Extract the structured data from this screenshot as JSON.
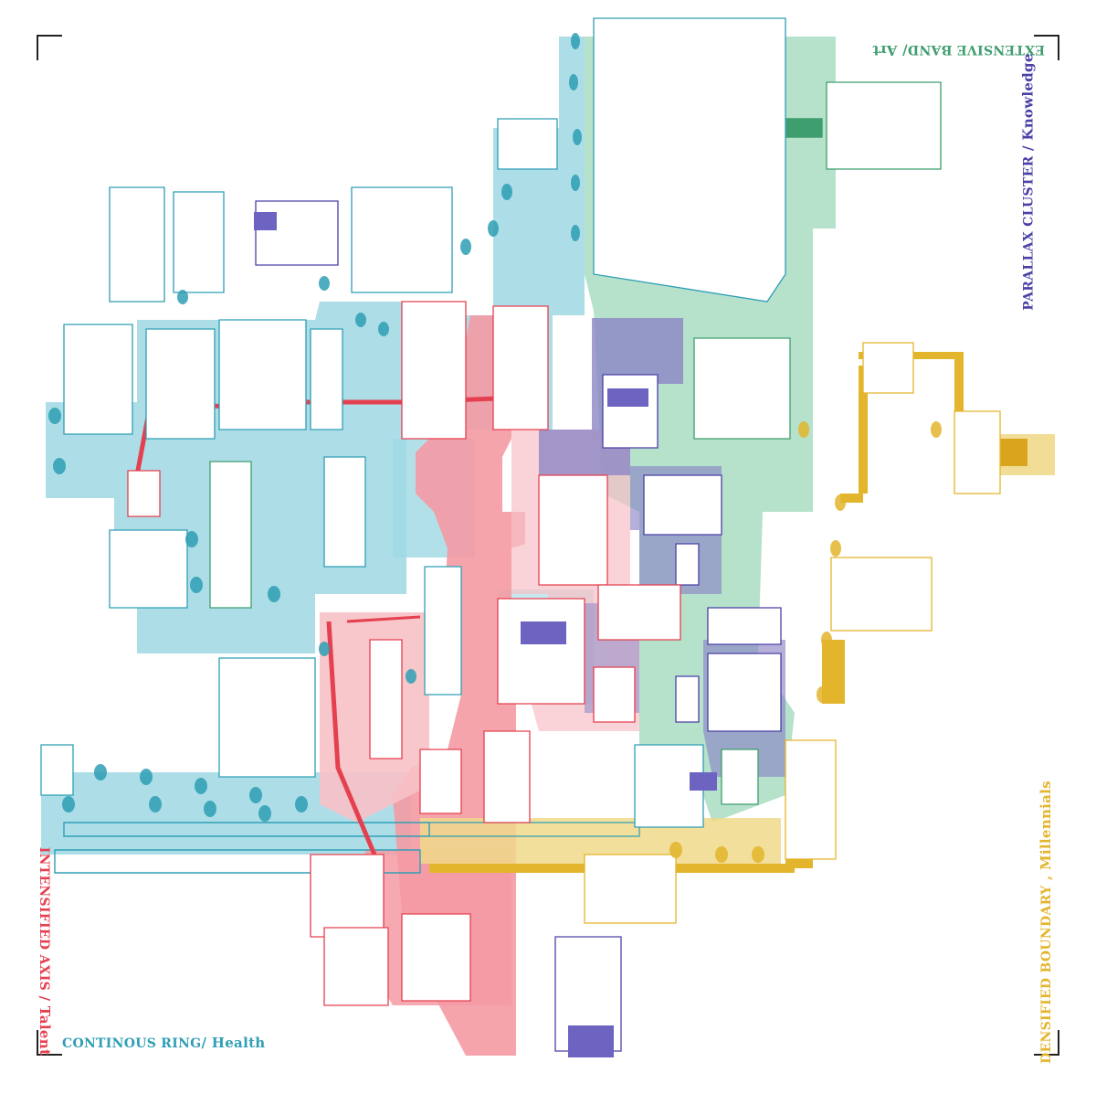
{
  "labels": {
    "extensive_band": {
      "main": "EXTENSIVE BAND",
      "sub": "/ Art"
    },
    "parallax_cluster": {
      "main": "PARALLAX CLUSTER",
      "sub": " / Knowledge"
    },
    "densified_boundary": {
      "main": "DENSIFIED BOUNDARY",
      "sub": " , Millennials"
    },
    "intensified_axis": {
      "main": "INTENSIFIED AXIS",
      "sub": " / Talent"
    },
    "continous_ring": {
      "main": "CONTINOUS RING",
      "sub": "/ Health"
    }
  },
  "colors": {
    "cyan_fill": "#9fd8e4",
    "cyan_line": "#2f9fb5",
    "green_fill": "#a9dcc2",
    "green_line": "#3f9e6e",
    "red_fill": "#f49aa3",
    "red_line": "#e5404f",
    "purple_fill": "#8c86c4",
    "purple_line": "#4a40a6",
    "yellow_fill": "#f0d98a",
    "yellow_line": "#e3b52c",
    "background": "#ffffff"
  }
}
